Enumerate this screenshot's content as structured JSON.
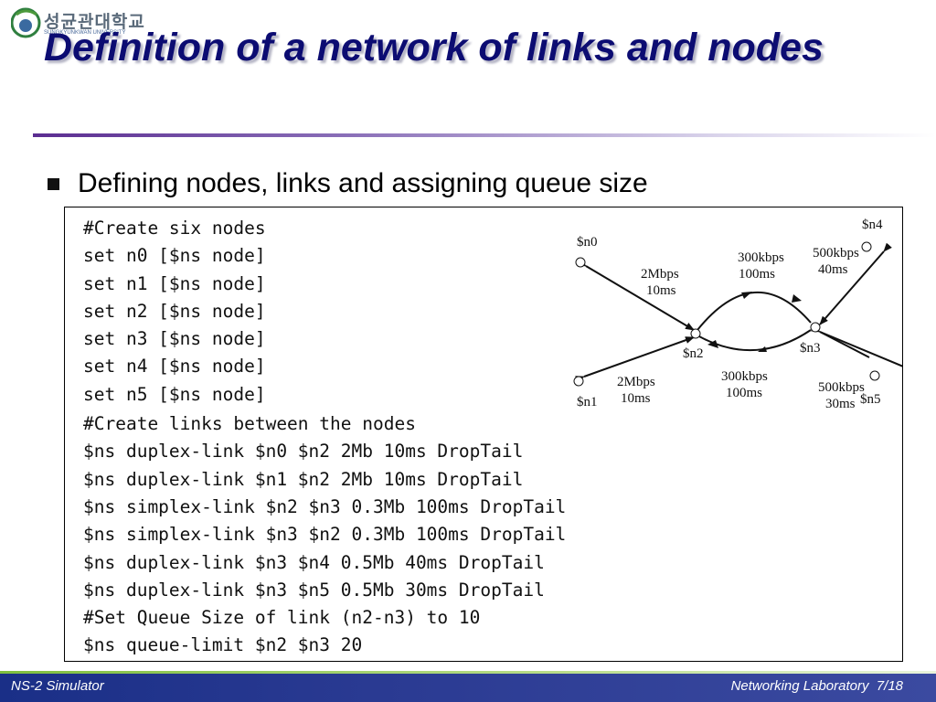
{
  "header": {
    "logo_text": "성균관대학교",
    "logo_subtext": "SUNGKYUNKWAN UNIVERSITY",
    "title": "Definition of a network of links and nodes"
  },
  "bullet": {
    "text": "Defining nodes, links and assigning queue size"
  },
  "code": {
    "lines": [
      "#Create six nodes",
      "set n0 [$ns node]",
      "set n1 [$ns node]",
      "set n2 [$ns node]",
      "set n3 [$ns node]",
      "set n4 [$ns node]",
      "set n5 [$ns node]",
      "#Create links between the nodes",
      "$ns duplex-link $n0 $n2 2Mb 10ms DropTail",
      "$ns duplex-link $n1 $n2 2Mb 10ms DropTail",
      "$ns simplex-link $n2 $n3 0.3Mb 100ms DropTail",
      "$ns simplex-link $n3 $n2 0.3Mb 100ms DropTail",
      "$ns duplex-link $n3 $n4 0.5Mb 40ms DropTail",
      "$ns duplex-link $n3 $n5 0.5Mb 30ms DropTail",
      "#Set Queue Size of link (n2-n3) to 10",
      "$ns queue-limit $n2 $n3 20"
    ]
  },
  "diagram": {
    "nodes": {
      "n0": "$n0",
      "n1": "$n1",
      "n2": "$n2",
      "n3": "$n3",
      "n4": "$n4",
      "n5": "$n5"
    },
    "links": {
      "n0_n2_bw": "2Mbps",
      "n0_n2_delay": "10ms",
      "n1_n2_bw": "2Mbps",
      "n1_n2_delay": "10ms",
      "n2_n3_top_bw": "300kbps",
      "n2_n3_top_delay": "100ms",
      "n3_n2_bottom_bw": "300kbps",
      "n3_n2_bottom_delay": "100ms",
      "n3_n4_bw": "500kbps",
      "n3_n4_delay": "40ms",
      "n3_n5_bw": "500kbps",
      "n3_n5_delay": "30ms"
    }
  },
  "footer": {
    "left": "NS-2 Simulator",
    "right": "Networking Laboratory  7/18"
  },
  "colors": {
    "title": "#0c0c72",
    "footer_bg": "#1a2f87",
    "rule_accent": "#5b2d91"
  }
}
